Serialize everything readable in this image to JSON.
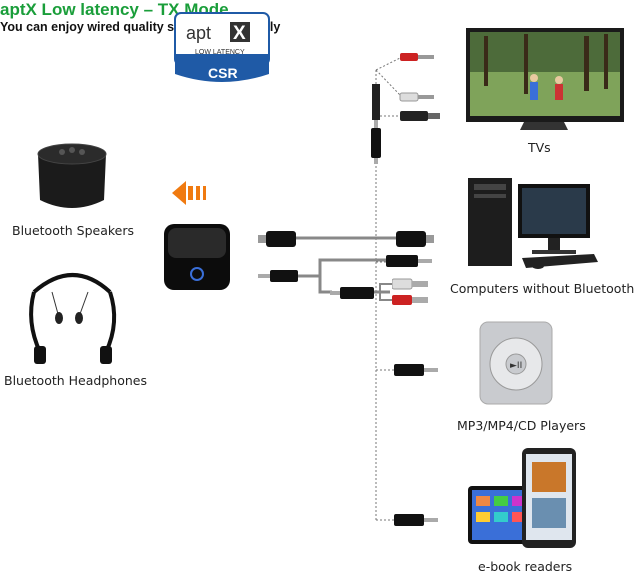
{
  "badge": {
    "brand_line1": "apt",
    "brand_x": "X",
    "brand_sub": "LOW LATENCY",
    "vendor": "CSR",
    "colors": {
      "blue": "#1f5aa6",
      "green": "#1a9e3a"
    }
  },
  "title": "aptX Low latency – TX Mode",
  "subtitle": "You can enjoy wired quality sound – Wirelessly",
  "receivers": {
    "speakers_label": "Bluetooth Speakers",
    "headphones_label": "Bluetooth Headphones"
  },
  "sources": {
    "tv_label": "TVs",
    "computer_label": "Computers without Bluetooth",
    "mp3_label": "MP3/MP4/CD Players",
    "ebook_label": "e-book readers"
  },
  "icons": [
    "orange-arrow-icon",
    "transmitter-icon",
    "speaker-icon",
    "headphones-icon",
    "tv-icon",
    "computer-icon",
    "mp3-player-icon",
    "tablet-icon"
  ]
}
